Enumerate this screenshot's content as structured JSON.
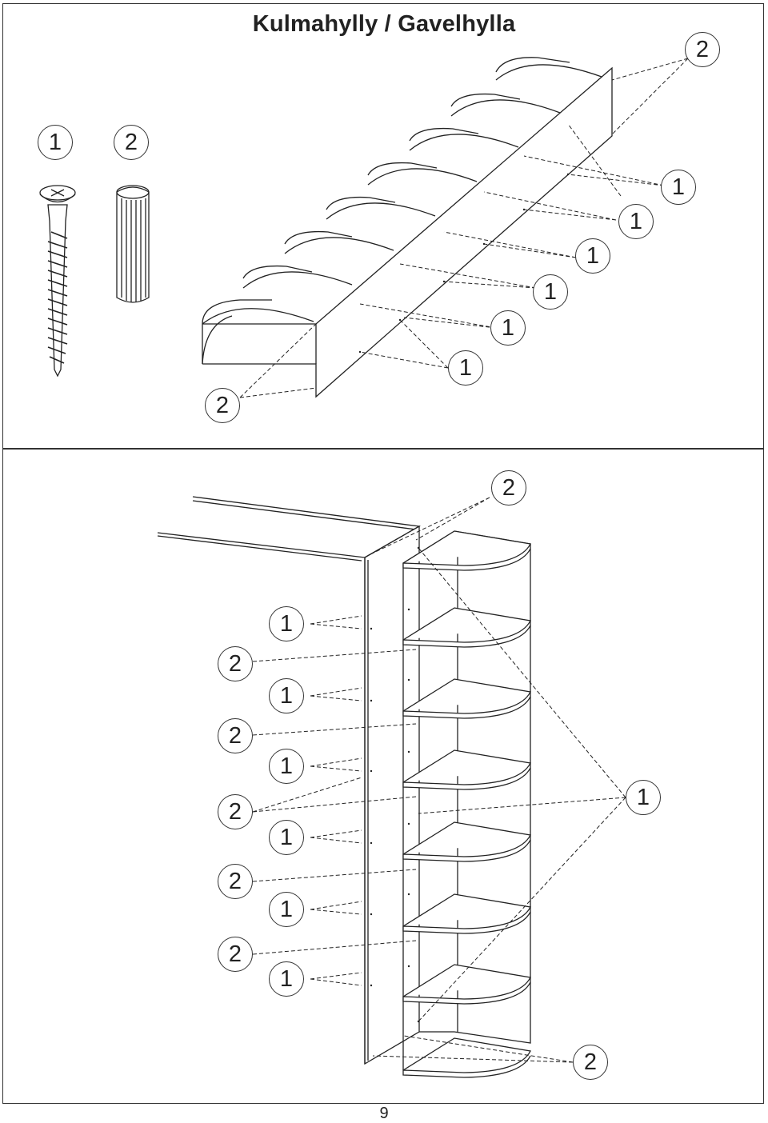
{
  "title": "Kulmahylly / Gavelhylla",
  "page_number": "9",
  "parts": [
    {
      "number": "1",
      "icon": "screw-icon"
    },
    {
      "number": "2",
      "icon": "dowel-icon"
    }
  ],
  "top_panel": {
    "callouts": [
      "2",
      "1",
      "1",
      "1",
      "1",
      "1",
      "1",
      "2"
    ]
  },
  "bottom_panel": {
    "callouts": [
      "2",
      "1",
      "2",
      "1",
      "2",
      "1",
      "2",
      "1",
      "2",
      "1",
      "2",
      "1",
      "1",
      "2"
    ]
  }
}
